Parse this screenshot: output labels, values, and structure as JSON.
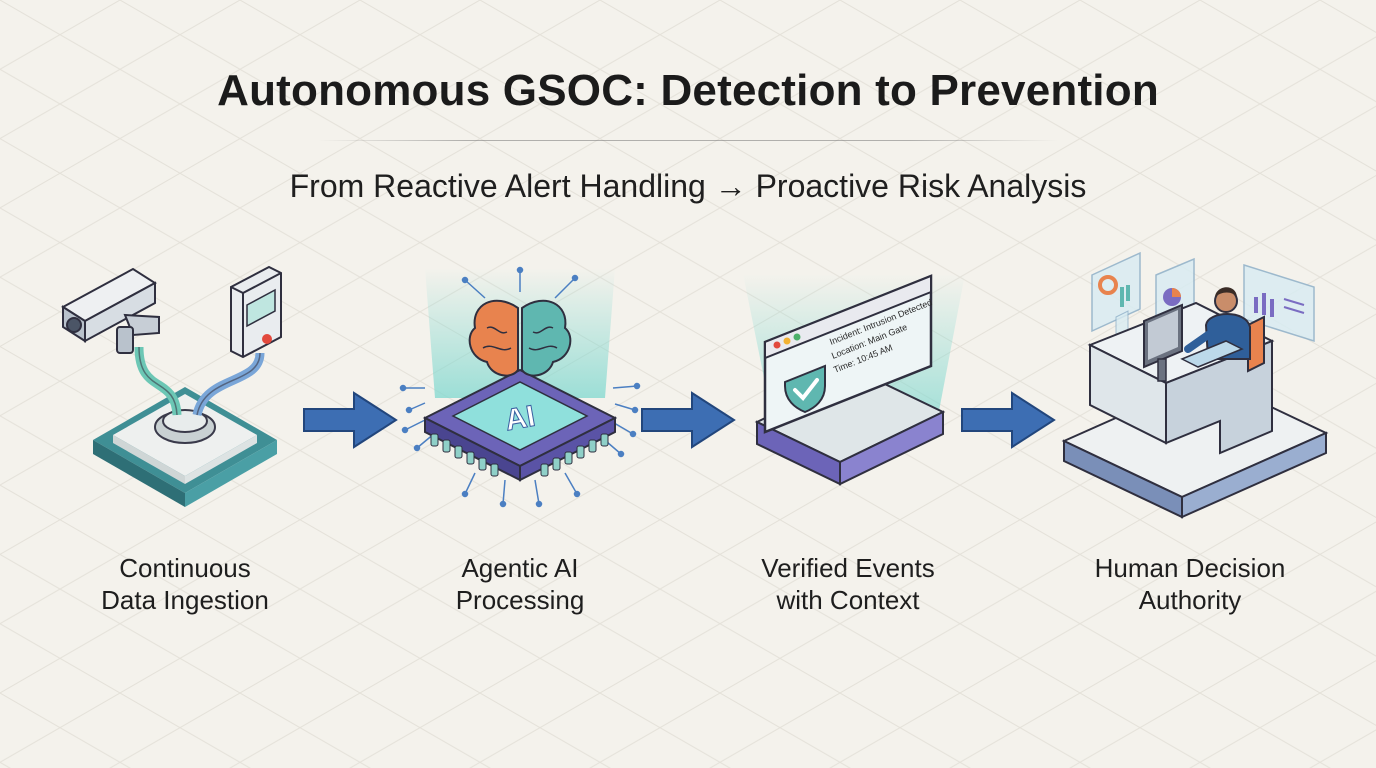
{
  "title": "Autonomous GSOC: Detection to Prevention",
  "subtitle": "From Reactive Alert Handling → Proactive Risk Analysis",
  "steps": [
    {
      "label_line1": "Continuous",
      "label_line2": "Data Ingestion",
      "icons": [
        "cctv-camera-icon",
        "motion-sensor-icon",
        "data-hub-platform-icon"
      ]
    },
    {
      "label_line1": "Agentic AI",
      "label_line2": "Processing",
      "chip_text": "AI",
      "icons": [
        "brain-icon",
        "ai-chip-icon"
      ]
    },
    {
      "label_line1": "Verified Events",
      "label_line2": "with Context",
      "incident_card": {
        "line1": "Incident: Intrusion Detected",
        "line2": "Location: Main Gate",
        "line3": "Time: 10:45 AM"
      },
      "icons": [
        "shield-check-icon",
        "event-window-icon"
      ]
    },
    {
      "label_line1": "Human Decision",
      "label_line2": "Authority",
      "icons": [
        "operator-workstation-icon",
        "dashboard-panels-icon"
      ]
    }
  ],
  "colors": {
    "accent_blue": "#3d6eb3",
    "teal": "#5fb7b0",
    "purple": "#7a6cc2",
    "background": "#f4f2ec"
  }
}
